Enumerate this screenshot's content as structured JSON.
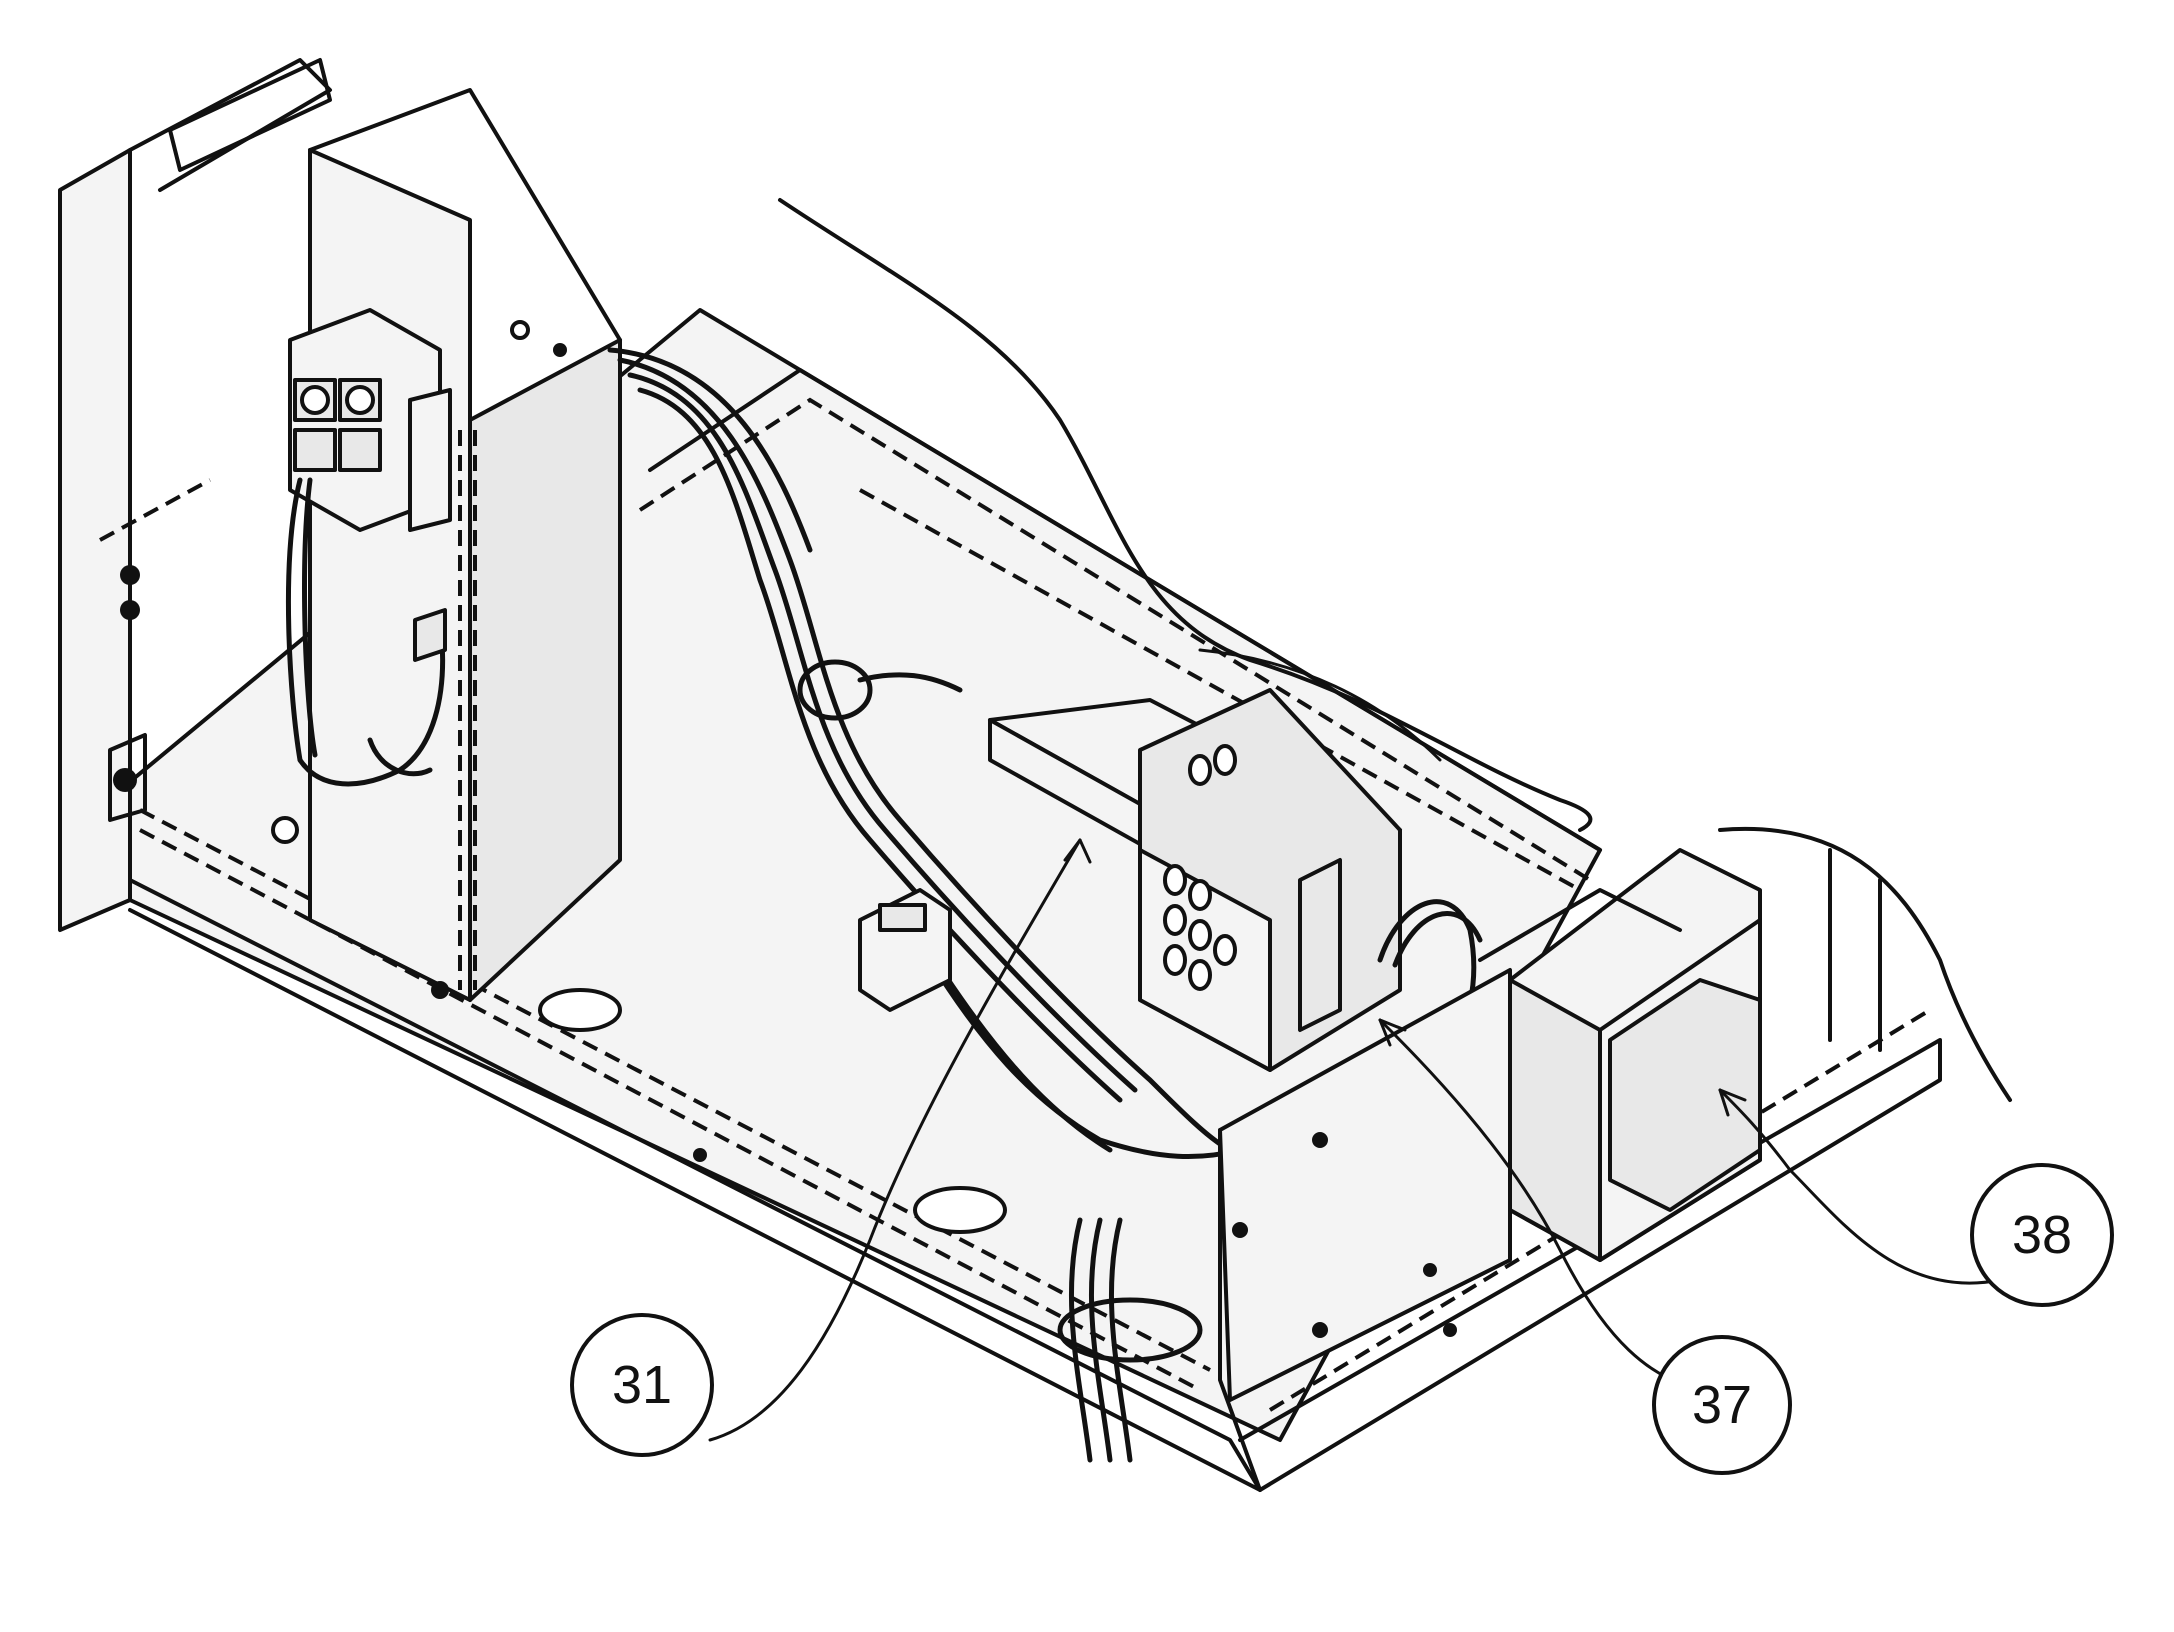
{
  "callouts": [
    {
      "id": "31",
      "label": "31"
    },
    {
      "id": "37",
      "label": "37"
    },
    {
      "id": "38",
      "label": "38"
    }
  ]
}
